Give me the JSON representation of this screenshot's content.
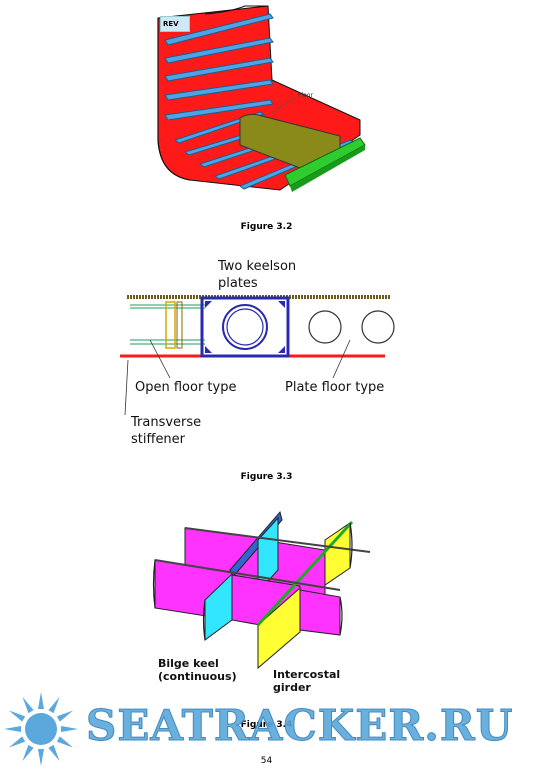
{
  "figure_1": {
    "rev_tag": "REV",
    "floor_label": "Floor",
    "caption": "Figure 3.2"
  },
  "figure_2": {
    "label_keelson": "Two keelson\nplates",
    "label_open_floor": "Open floor type",
    "label_plate_floor": "Plate floor type",
    "label_stiffener": "Transverse\nstiffener",
    "caption": "Figure 3.3"
  },
  "figure_3": {
    "label_bilge_keel": "Bilge keel\n(continuous)",
    "label_intercostal": "Intercostal\ngirder",
    "caption": "Figure 3.4"
  },
  "watermark": {
    "text": "SEATRACKER.RU",
    "icon": "sun-icon"
  },
  "page_number": "54",
  "colors": {
    "hull_red": "#ff1a1a",
    "stiffener_blue": "#3b8fd6",
    "floor_olive": "#8a8a1a",
    "keel_green": "#2ecc2e",
    "magenta": "#ff33ff",
    "cyan": "#33e6ff",
    "yellow": "#ffff33"
  }
}
